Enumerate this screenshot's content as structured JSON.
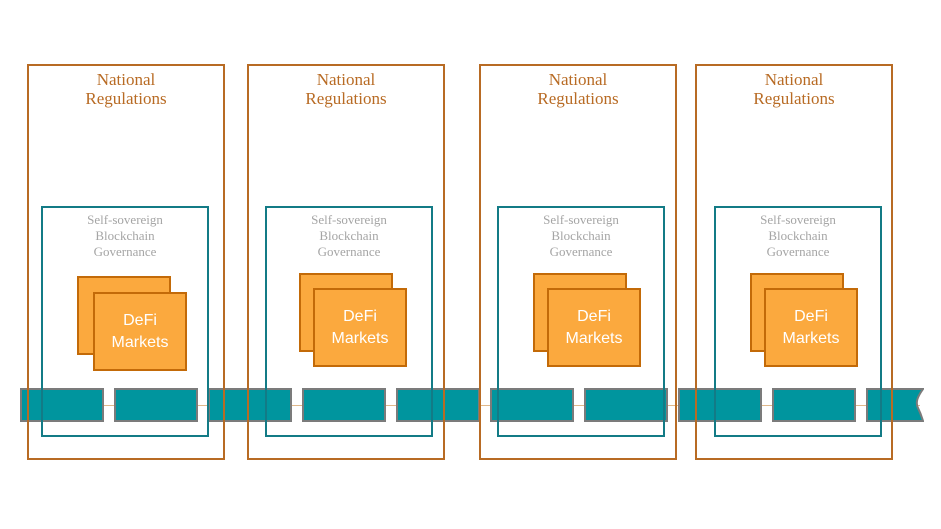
{
  "diagram": {
    "jurisdictions": [
      {
        "outer_label": "National\nRegulations",
        "inner_label": "Self-sovereign\nBlockchain\nGovernance",
        "card_label": "DeFi\nMarkets"
      },
      {
        "outer_label": "National\nRegulations",
        "inner_label": "Self-sovereign\nBlockchain\nGovernance",
        "card_label": "DeFi\nMarkets"
      },
      {
        "outer_label": "National\nRegulations",
        "inner_label": "Self-sovereign\nBlockchain\nGovernance",
        "card_label": "DeFi\nMarkets"
      },
      {
        "outer_label": "National\nRegulations",
        "inner_label": "Self-sovereign\nBlockchain\nGovernance",
        "card_label": "DeFi\nMarkets"
      }
    ],
    "colors": {
      "national_border": "#b86b24",
      "governance_border": "#137b86",
      "governance_text": "#a5a5a5",
      "card_fill": "#fba93e",
      "card_border": "#c36a08",
      "block_fill": "#00959e",
      "block_border": "#7b7b7b"
    }
  }
}
